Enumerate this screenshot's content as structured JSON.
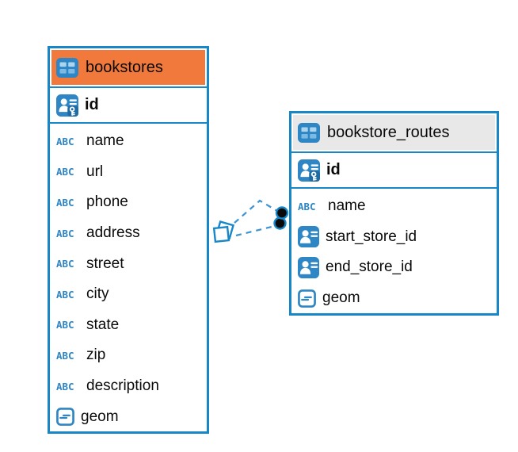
{
  "tables": [
    {
      "name": "bookstores",
      "header_color": "#F2793C",
      "primary_key": "id",
      "columns": [
        {
          "name": "name",
          "type": "text"
        },
        {
          "name": "url",
          "type": "text"
        },
        {
          "name": "phone",
          "type": "text"
        },
        {
          "name": "address",
          "type": "text"
        },
        {
          "name": "street",
          "type": "text"
        },
        {
          "name": "city",
          "type": "text"
        },
        {
          "name": "state",
          "type": "text"
        },
        {
          "name": "zip",
          "type": "text"
        },
        {
          "name": "description",
          "type": "text"
        },
        {
          "name": "geom",
          "type": "geometry"
        }
      ]
    },
    {
      "name": "bookstore_routes",
      "header_color": "#E8E8E8",
      "primary_key": "id",
      "columns": [
        {
          "name": "name",
          "type": "text"
        },
        {
          "name": "start_store_id",
          "type": "reference"
        },
        {
          "name": "end_store_id",
          "type": "reference"
        },
        {
          "name": "geom",
          "type": "geometry"
        }
      ]
    }
  ],
  "icons": {
    "text_type_label": "ABC",
    "table_icon": "table-grid",
    "primary_key_icon": "person-with-key",
    "reference_icon": "person-card",
    "geometry_icon": "square-with-dash"
  },
  "relationship": {
    "style": "dashed",
    "edge_count": 2,
    "between": "bookstores and bookstore_routes"
  },
  "colors": {
    "table_border": "#1787C8",
    "bookstores_header": "#F2793C",
    "routes_header": "#E8E8E8",
    "icon_blue": "#2E86C4",
    "edge_blue": "#3B93D3",
    "background": "#FFFFFF"
  }
}
